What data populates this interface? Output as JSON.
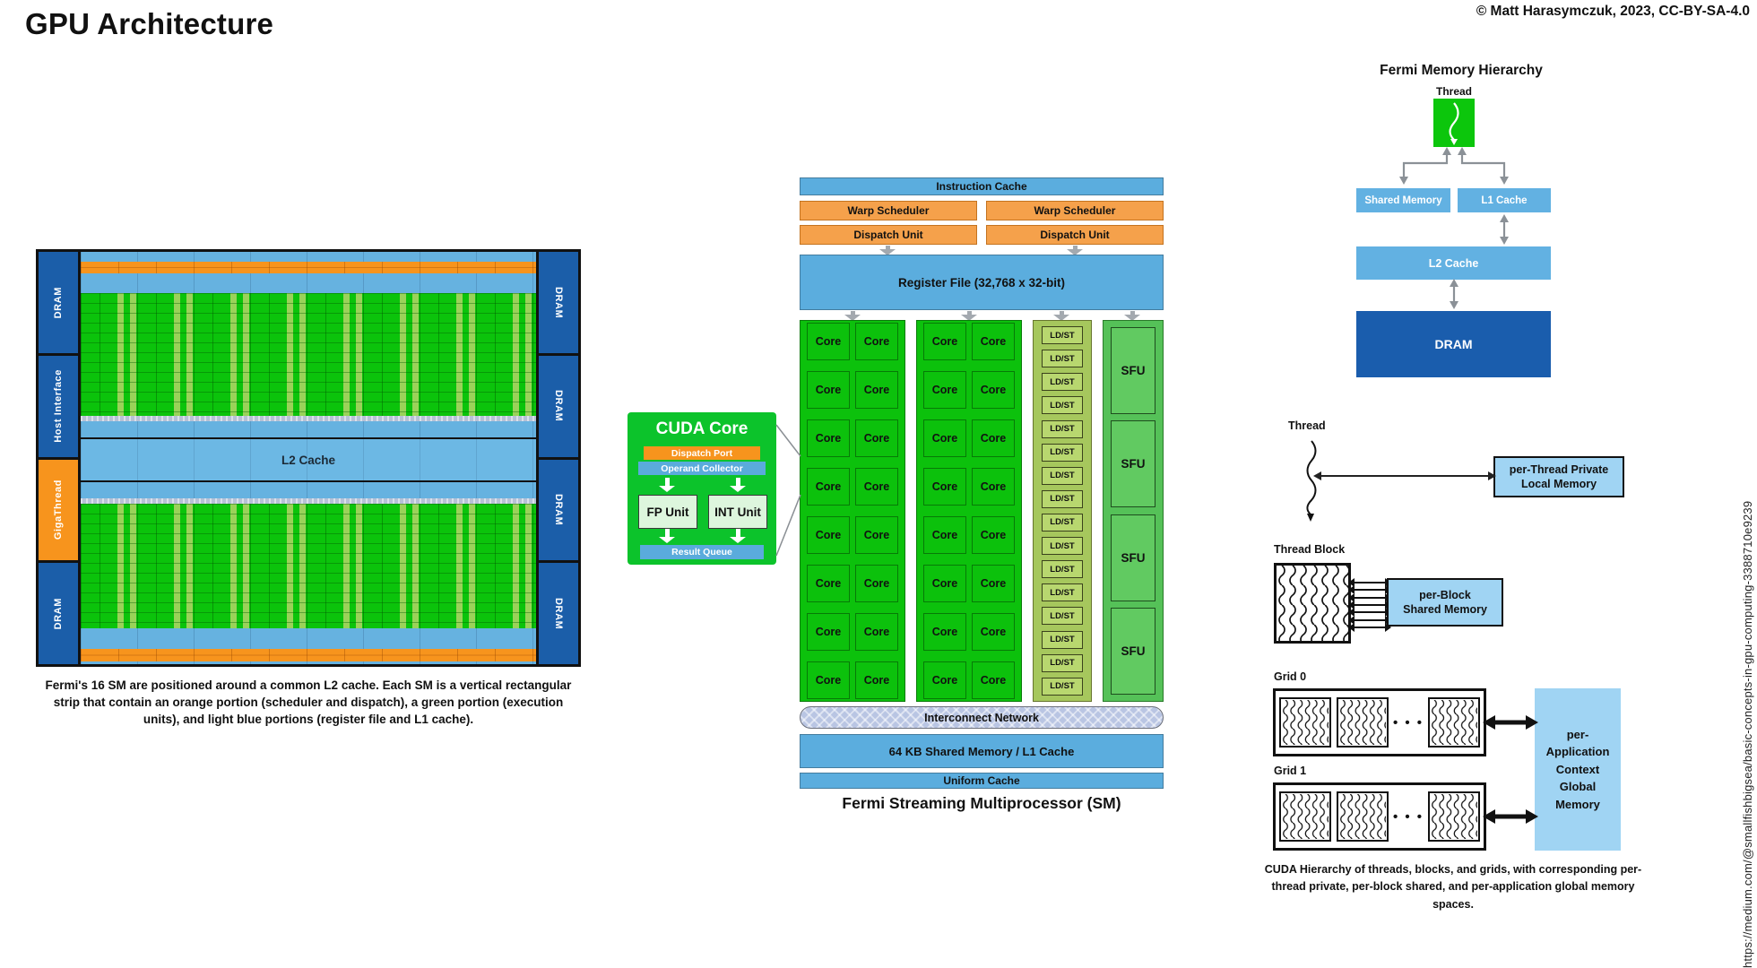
{
  "page": {
    "title": "GPU Architecture",
    "copyright": "© Matt Harasymczuk, 2023, CC-BY-SA-4.0",
    "source_url": "https://medium.com/@smallfishbigsea/basic-concepts-in-gpu-computing-3388710e9239"
  },
  "die": {
    "left_labels": [
      "DRAM",
      "Host Interface",
      "GigaThread",
      "DRAM"
    ],
    "right_labels": [
      "DRAM",
      "DRAM",
      "DRAM",
      "DRAM"
    ],
    "l2_label": "L2 Cache",
    "caption": "Fermi's 16 SM are positioned around a common L2 cache. Each SM is a vertical rectangular strip that contain an orange portion (scheduler and dispatch), a green portion (execution units), and light blue portions (register file and L1 cache)."
  },
  "cuda_core": {
    "title": "CUDA Core",
    "dispatch_port": "Dispatch Port",
    "operand_collector": "Operand Collector",
    "fp_unit": "FP Unit",
    "int_unit": "INT Unit",
    "result_queue": "Result Queue"
  },
  "sm": {
    "instruction_cache": "Instruction Cache",
    "warp_scheduler": "Warp Scheduler",
    "dispatch_unit": "Dispatch Unit",
    "register_file": "Register File (32,768 x 32-bit)",
    "core_label": "Core",
    "cores_per_block": 16,
    "ldst_label": "LD/ST",
    "ldst_count": 16,
    "sfu_label": "SFU",
    "sfu_count": 4,
    "interconnect": "Interconnect Network",
    "shared_memory": "64 KB Shared Memory / L1 Cache",
    "uniform_cache": "Uniform Cache",
    "title": "Fermi Streaming Multiprocessor (SM)"
  },
  "memory_hierarchy": {
    "title": "Fermi Memory Hierarchy",
    "thread": "Thread",
    "shared_memory": "Shared Memory",
    "l1_cache": "L1 Cache",
    "l2_cache": "L2 Cache",
    "dram": "DRAM"
  },
  "cuda_hierarchy": {
    "thread_label": "Thread",
    "per_thread_line1": "per-Thread Private",
    "per_thread_line2": "Local Memory",
    "thread_block_label": "Thread Block",
    "per_block_line1": "per-Block",
    "per_block_line2": "Shared Memory",
    "block_arrow_count": 7,
    "grid0_label": "Grid 0",
    "grid1_label": "Grid 1",
    "ellipsis": "• • •",
    "global_lines": [
      "per-",
      "Application",
      "Context",
      "Global",
      "Memory"
    ],
    "caption": "CUDA Hierarchy of threads, blocks, and grids, with corresponding per-thread private, per-block shared, and per-application global memory spaces."
  }
}
